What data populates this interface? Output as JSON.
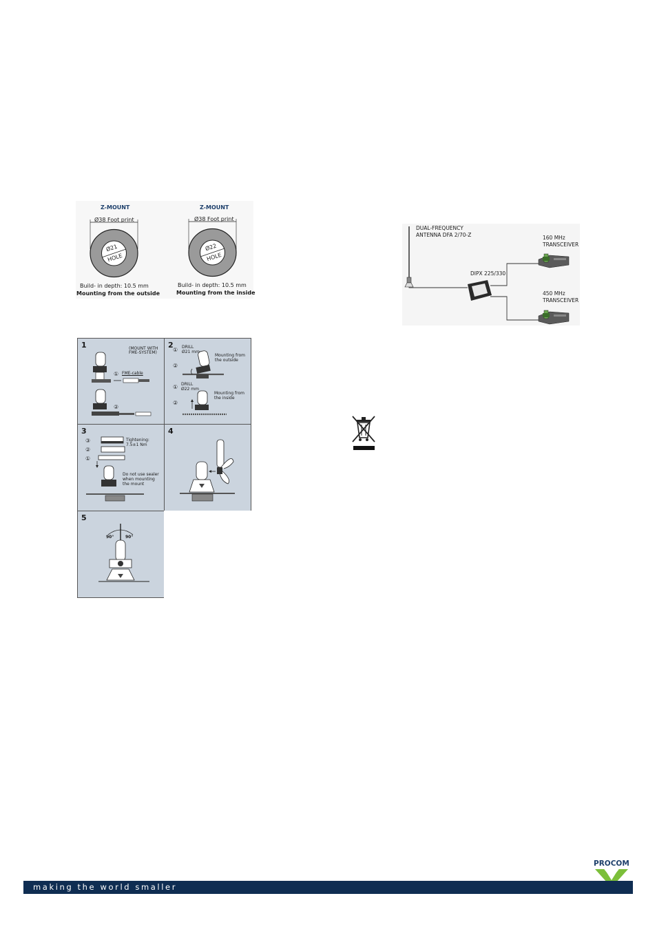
{
  "footprint": {
    "left": {
      "title": "Z-MOUNT",
      "foot_print": "Ø38 Foot print",
      "hole_diameter": "Ø21",
      "hole_word": "HOLE",
      "depth": "Build- in depth: 10.5 mm",
      "mounting": "Mounting from the outside"
    },
    "right": {
      "title": "Z-MOUNT",
      "foot_print": "Ø38 Foot print",
      "hole_diameter": "Ø22",
      "hole_word": "HOLE",
      "depth": "Build- in depth: 10.5 mm",
      "mounting": "Mounting from the inside"
    }
  },
  "steps": {
    "s1": {
      "num": "1",
      "note_line1": "(MOUNT WITH",
      "note_line2": "FME-SYSTEM)",
      "marker1": "①",
      "cable": "FME-cable",
      "marker2": "②"
    },
    "s2": {
      "num": "2",
      "drill1_l1": "DRILL",
      "drill1_l2": "Ø21 mm",
      "m1": "①",
      "out_l1": "Mounting from",
      "out_l2": "the outside",
      "m2": "②",
      "drill2_l1": "DRILL",
      "drill2_l2": "Ø22 mm",
      "m3": "①",
      "in_l1": "Mounting from",
      "in_l2": "the inside",
      "m4": "②"
    },
    "s3": {
      "num": "3",
      "m3": "③",
      "m2": "②",
      "m1": "①",
      "tight_l1": "Tightening:",
      "tight_l2": "7.5±1 Nm",
      "sealer_l1": "Do not use sealer",
      "sealer_l2": "when mounting",
      "sealer_l3": "the mount"
    },
    "s4": {
      "num": "4"
    },
    "s5": {
      "num": "5",
      "angle_left": "90°",
      "angle_right": "90°"
    }
  },
  "wiring": {
    "antenna_l1": "DUAL-FREQUENCY",
    "antenna_l2": "ANTENNA DFA 2/70-Z",
    "diplexer": "DIPX 225/330",
    "t160_l1": "160 MHz",
    "t160_l2": "TRANSCEIVER",
    "t450_l1": "450 MHz",
    "t450_l2": "TRANSCEIVER"
  },
  "weee": {
    "icon": "crossed-out-wheelie-bin-icon"
  },
  "footer": {
    "slogan": "making the world smaller",
    "brand": "PROCOM",
    "brand_color": "#1d3f6b",
    "logo_color": "#7cbf3a",
    "bar_color": "#0f2d52"
  }
}
